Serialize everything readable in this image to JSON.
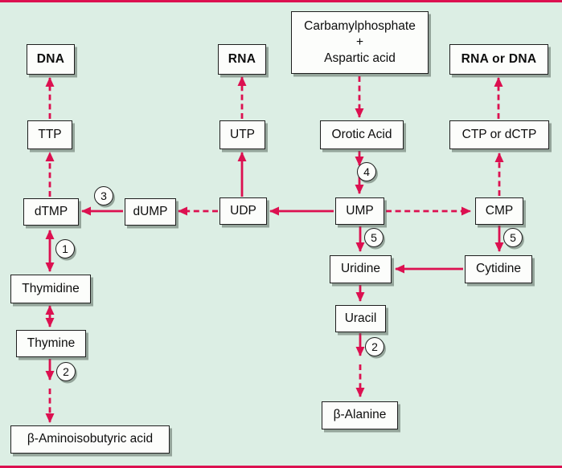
{
  "colors": {
    "background": "#dceee4",
    "accent": "#dc1050",
    "node_fill": "#fcfdfb",
    "node_border": "#1e1e1e"
  },
  "nodes": {
    "dna": {
      "label": "DNA"
    },
    "rna": {
      "label": "RNA"
    },
    "carbamyl": {
      "line1": "Carbamylphosphate",
      "line2": "+",
      "line3": "Aspartic acid"
    },
    "rna_or_dna": {
      "label": "RNA or DNA"
    },
    "ttp": {
      "label": "TTP"
    },
    "utp": {
      "label": "UTP"
    },
    "orotic_acid": {
      "label": "Orotic Acid"
    },
    "ctp_or_dctp": {
      "label": "CTP or dCTP"
    },
    "dtmp": {
      "label": "dTMP"
    },
    "dump": {
      "label": "dUMP"
    },
    "udp": {
      "label": "UDP"
    },
    "ump": {
      "label": "UMP"
    },
    "cmp": {
      "label": "CMP"
    },
    "thymidine": {
      "label": "Thymidine"
    },
    "uridine": {
      "label": "Uridine"
    },
    "cytidine": {
      "label": "Cytidine"
    },
    "thymine": {
      "label": "Thymine"
    },
    "uracil": {
      "label": "Uracil"
    },
    "beta_aminoisobutyric": {
      "label": "β-Aminoisobutyric acid"
    },
    "beta_alanine": {
      "label": "β-Alanine"
    }
  },
  "steps": {
    "s1": "1",
    "s2_left": "2",
    "s2_right": "2",
    "s3": "3",
    "s4": "4",
    "s5_left": "5",
    "s5_right": "5"
  },
  "edges": [
    {
      "from": "TTP",
      "to": "DNA",
      "style": "dashed"
    },
    {
      "from": "dTMP",
      "to": "TTP",
      "style": "dashed"
    },
    {
      "from": "dUMP",
      "to": "dTMP",
      "style": "solid",
      "step": "3"
    },
    {
      "from": "UDP",
      "to": "dUMP",
      "style": "dashed"
    },
    {
      "from": "UDP",
      "to": "UTP",
      "style": "solid"
    },
    {
      "from": "UTP",
      "to": "RNA",
      "style": "dashed"
    },
    {
      "from": "Carbamylphosphate + Aspartic acid",
      "to": "Orotic Acid",
      "style": "dashed"
    },
    {
      "from": "Orotic Acid",
      "to": "UMP",
      "style": "solid",
      "step": "4"
    },
    {
      "from": "UMP",
      "to": "UDP",
      "style": "solid"
    },
    {
      "from": "UMP",
      "to": "CMP",
      "style": "dashed"
    },
    {
      "from": "CMP",
      "to": "CTP or dCTP",
      "style": "dashed"
    },
    {
      "from": "CTP or dCTP",
      "to": "RNA or DNA",
      "style": "dashed"
    },
    {
      "from": "UMP",
      "to": "Uridine",
      "style": "solid",
      "step": "5"
    },
    {
      "from": "CMP",
      "to": "Cytidine",
      "style": "solid",
      "step": "5"
    },
    {
      "from": "Cytidine",
      "to": "Uridine",
      "style": "solid"
    },
    {
      "from": "Uridine",
      "to": "Uracil",
      "style": "solid"
    },
    {
      "from": "Uracil",
      "to": "β-Alanine",
      "style": "solid-then-dashed",
      "step": "2"
    },
    {
      "from": "dTMP",
      "to": "Thymidine",
      "style": "solid",
      "bidirectional": true,
      "step": "1"
    },
    {
      "from": "Thymidine",
      "to": "Thymine",
      "style": "solid",
      "bidirectional": true
    },
    {
      "from": "Thymine",
      "to": "β-Aminoisobutyric acid",
      "style": "solid-then-dashed",
      "step": "2"
    }
  ]
}
